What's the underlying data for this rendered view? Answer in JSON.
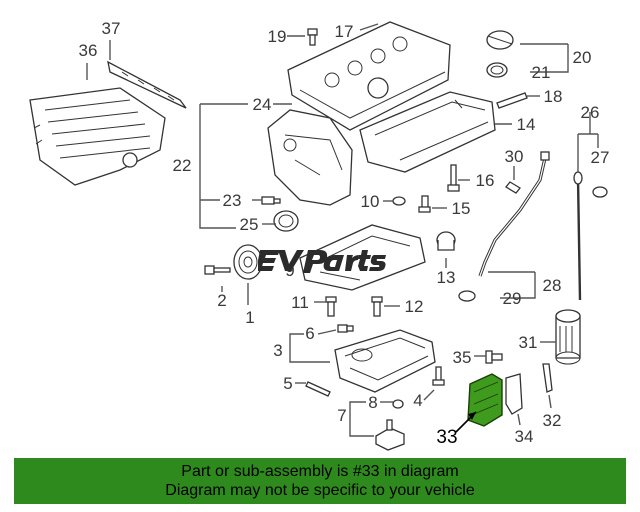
{
  "diagram": {
    "callouts": [
      "1",
      "2",
      "3",
      "4",
      "5",
      "6",
      "7",
      "8",
      "9",
      "10",
      "11",
      "12",
      "13",
      "14",
      "15",
      "16",
      "17",
      "18",
      "19",
      "20",
      "21",
      "22",
      "23",
      "24",
      "25",
      "26",
      "27",
      "28",
      "29",
      "30",
      "31",
      "32",
      "33",
      "34",
      "35",
      "36",
      "37"
    ],
    "highlighted_callout": "33",
    "highlight_color": "#3f9b1e"
  },
  "watermark": {
    "brand": "evparts"
  },
  "banner": {
    "line1": "Part or sub-assembly is #33 in diagram",
    "line2": "Diagram may not be specific to your vehicle",
    "background": "#2f8a1e"
  }
}
